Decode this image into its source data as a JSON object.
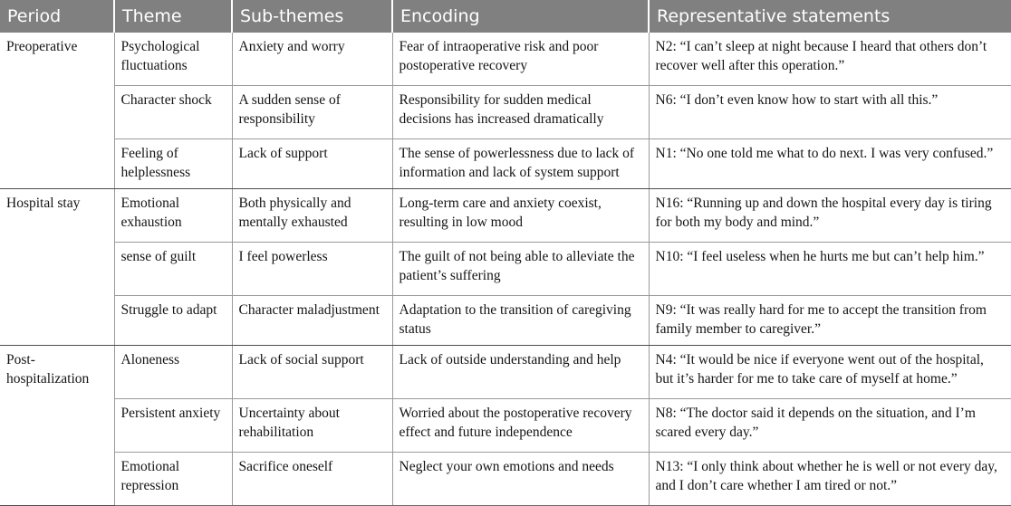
{
  "table": {
    "columns": [
      {
        "key": "period",
        "label": "Period"
      },
      {
        "key": "theme",
        "label": "Theme"
      },
      {
        "key": "subthemes",
        "label": "Sub-themes"
      },
      {
        "key": "encoding",
        "label": "Encoding"
      },
      {
        "key": "statements",
        "label": "Representative statements"
      }
    ],
    "header_background": "#808080",
    "header_text_color": "#ffffff",
    "border_color": "#9a9a9a",
    "groups": [
      {
        "period": "Preoperative",
        "rows": [
          {
            "theme": "Psychological fluctuations",
            "subthemes": "Anxiety and worry",
            "encoding": "Fear of intraoperative risk and poor postoperative recovery",
            "statements": "N2: “I can’t sleep at night because I heard that others don’t recover well after this operation.”"
          },
          {
            "theme": "Character shock",
            "subthemes": "A sudden sense of responsibility",
            "encoding": "Responsibility for sudden medical decisions has increased dramatically",
            "statements": "N6: “I don’t even know how to start with all this.”"
          },
          {
            "theme": "Feeling of helplessness",
            "subthemes": "Lack of support",
            "encoding": "The sense of powerlessness due to lack of information and lack of system support",
            "statements": "N1: “No one told me what to do next. I was very confused.”"
          }
        ]
      },
      {
        "period": "Hospital stay",
        "rows": [
          {
            "theme": "Emotional exhaustion",
            "subthemes": "Both physically and mentally exhausted",
            "encoding": "Long-term care and anxiety coexist, resulting in low mood",
            "statements": "N16: “Running up and down the hospital every day is tiring for both my body and mind.”"
          },
          {
            "theme": "sense of guilt",
            "subthemes": "I feel powerless",
            "encoding": "The guilt of not being able to alleviate the patient’s suffering",
            "statements": "N10: “I feel useless when he hurts me but can’t help him.”"
          },
          {
            "theme": "Struggle to adapt",
            "subthemes": "Character maladjustment",
            "encoding": "Adaptation to the transition of caregiving status",
            "statements": "N9: “It was really hard for me to accept the transition from family member to caregiver.”"
          }
        ]
      },
      {
        "period": "Post-hospitalization",
        "rows": [
          {
            "theme": "Aloneness",
            "subthemes": "Lack of social support",
            "encoding": "Lack of outside understanding and help",
            "statements": "N4: “It would be nice if everyone went out of the hospital, but it’s harder for me to take care of myself at home.”"
          },
          {
            "theme": "Persistent anxiety",
            "subthemes": "Uncertainty about rehabilitation",
            "encoding": "Worried about the postoperative recovery effect and future independence",
            "statements": "N8: “The doctor said it depends on the situation, and I’m scared every day.”"
          },
          {
            "theme": "Emotional repression",
            "subthemes": "Sacrifice oneself",
            "encoding": "Neglect your own emotions and needs",
            "statements": "N13: “I only think about whether he is well or not every day, and I don’t care whether I am tired or not.”"
          }
        ]
      }
    ]
  }
}
